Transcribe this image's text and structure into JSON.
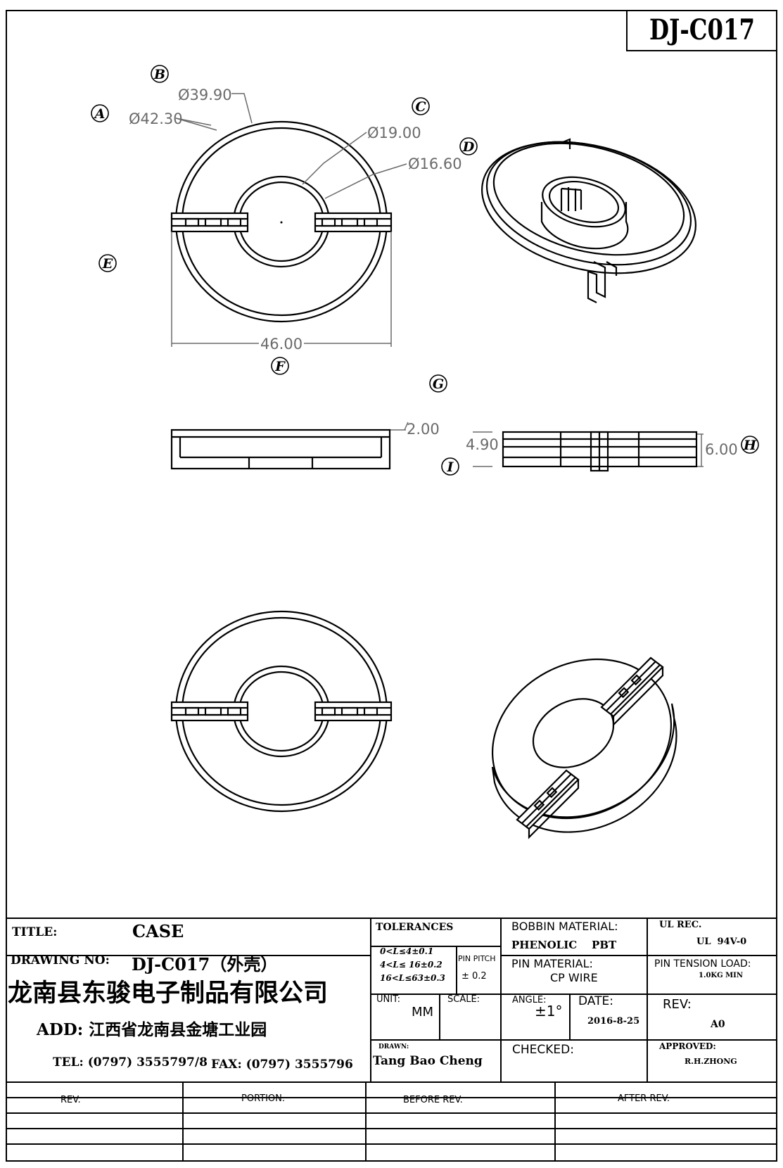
{
  "drawing_id": "DJ-C017",
  "view_labels": [
    "A",
    "B",
    "C",
    "D",
    "E",
    "F",
    "G",
    "H",
    "I"
  ],
  "dimensions": {
    "outer_dia_a": "Ø42.30",
    "outer_dia_b": "Ø39.90",
    "inner_dia_c": "Ø19.00",
    "inner_dia_d": "Ø16.60",
    "width": "46.00",
    "wall": "2.00",
    "height_pin": "4.90",
    "height_total": "6.00"
  },
  "title_block": {
    "title_label": "TITLE:",
    "title_value": "CASE",
    "drawing_no_label": "DRAWING NO:",
    "drawing_no_value": "DJ-C017（外壳）",
    "company": "龙南县东骏电子制品有限公司",
    "address": "ADD: 江西省龙南县金塘工业园",
    "tel": "TEL: (0797) 3555797/8",
    "fax": "FAX: (0797) 3555796",
    "tolerances_label": "TOLERANCES",
    "tolerance_1": "0<L≤4±0.1",
    "tolerance_2": "4<L≤ 16±0.2",
    "tolerance_3": "16<L≤63±0.3",
    "pin_pitch_label": "PIN PITCH",
    "pin_pitch_value": "± 0.2",
    "unit_label": "UNIT:",
    "unit_value": "MM",
    "scale_label": "SCALE:",
    "drawn_label": "DRAWN:",
    "drawn_value": "Tang Bao Cheng",
    "bobbin_material_label": "BOBBIN MATERIAL:",
    "bobbin_material_value": "PHENOLIC    PBT",
    "pin_material_label": "PIN MATERIAL:",
    "pin_material_value": "CP WIRE",
    "angle_label": "ANGLE:",
    "angle_value": "±1°",
    "date_label": "DATE:",
    "date_value": "2016-8-25",
    "checked_label": "CHECKED:",
    "ul_rec_label": "UL REC.",
    "ul_rec_value": "UL  94V-0",
    "pin_tension_label": "PIN TENSION LOAD:",
    "pin_tension_value": "1.0KG MIN",
    "rev_label": "REV:",
    "rev_value": "A0",
    "approved_label": "APPROVED:",
    "approved_value": "R.H.ZHONG"
  },
  "revision_table": {
    "headers": [
      "REV.",
      "PORTION.",
      "BEFORE REV.",
      "AFTER REV."
    ]
  }
}
